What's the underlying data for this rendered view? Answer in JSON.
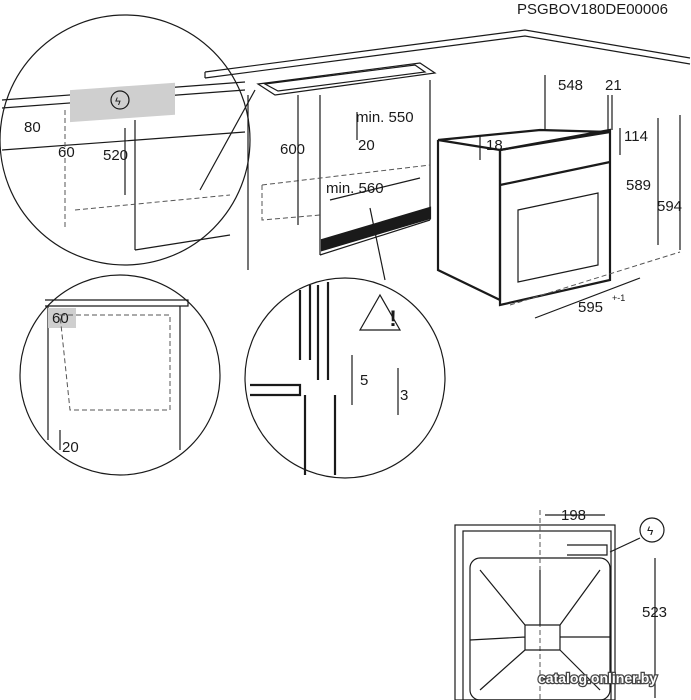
{
  "code": "PSGBOV180DE00006",
  "oven": {
    "depth": "548",
    "front": "21",
    "top_gap": "18",
    "panel": "114",
    "height_inner": "589",
    "height": "594",
    "width": "595",
    "width_tol": "+-1"
  },
  "cabinet": {
    "height": "600",
    "min_width": "min. 550",
    "gap": "20",
    "min_depth": "min. 560"
  },
  "detail_top": {
    "a": "80",
    "b": "60",
    "c": "520"
  },
  "detail_side": {
    "a": "60",
    "b": "20"
  },
  "detail_section": {
    "a": "5",
    "b": "3"
  },
  "back_view": {
    "offset": "198",
    "height": "523"
  },
  "watermark": "catalog.onliner.by"
}
